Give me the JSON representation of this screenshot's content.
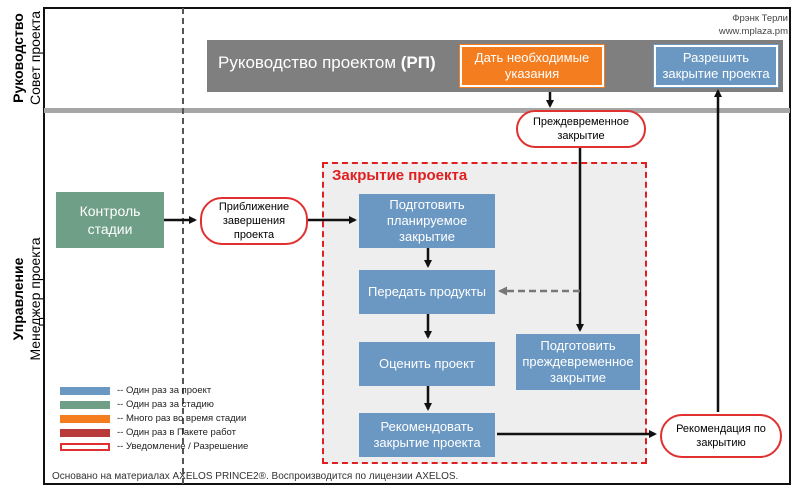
{
  "lanes": {
    "top": {
      "title": "Руководство",
      "subtitle": "Совет проекта"
    },
    "bottom": {
      "title": "Управление",
      "subtitle": "Менеджер проекта"
    }
  },
  "credit": {
    "author": "Фрэнк Терли",
    "site": "www.mplaza.pm"
  },
  "board": {
    "bar_title": "Руководство проектом",
    "bar_title_abbr": "(РП)",
    "give_guidance": "Дать необходимые указания",
    "authorize_closure": "Разрешить закрытие проекта"
  },
  "events": {
    "premature_closure": "Преждевременное закрытие",
    "approaching_end": "Приближение завершения проекта",
    "closure_recommendation": "Рекомендация по закрытию"
  },
  "stage_control": "Контроль стадии",
  "closure_process": {
    "title": "Закрытие проекта",
    "steps": {
      "prepare_planned": "Подготовить планируемое закрытие",
      "hand_over": "Передать продукты",
      "evaluate": "Оценить проект",
      "recommend": "Рекомендовать закрытие проекта",
      "prepare_premature": "Подготовить преждевременное закрытие"
    }
  },
  "legend": [
    {
      "color": "#6b98c3",
      "style": "fill",
      "text": "-- Один раз за проект"
    },
    {
      "color": "#6f9f86",
      "style": "fill",
      "text": "-- Один раз за стадию"
    },
    {
      "color": "#f37d1f",
      "style": "fill",
      "text": "-- Много раз во время стадии"
    },
    {
      "color": "#b83a3a",
      "style": "fill",
      "text": "-- Один раз в Пакете работ"
    },
    {
      "color": "#e03030",
      "style": "outline",
      "text": "-- Уведомление / Разрешение"
    }
  ],
  "footer": "Основано на материалах AXELOS PRINCE2®. Воспроизводится по лицензии AXELOS."
}
